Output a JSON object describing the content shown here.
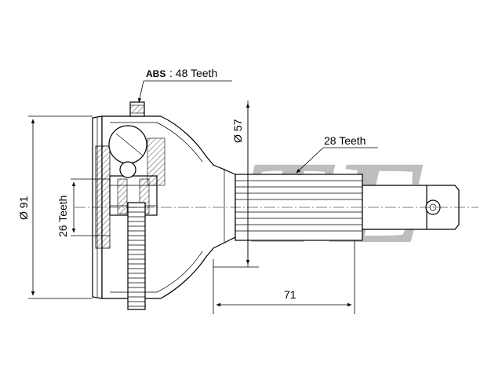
{
  "diagram": {
    "watermark": "BTE",
    "labels": {
      "abs": "ABS",
      "abs_value": ": 48 Teeth",
      "outer_spline": "28 Teeth",
      "inner_spline": "26 Teeth",
      "outer_diameter": "Ø 91",
      "shaft_diameter": "Ø 57",
      "shaft_length": "71"
    },
    "colors": {
      "line": "#000000",
      "watermark": "#b3b3b3",
      "background": "#ffffff"
    }
  }
}
